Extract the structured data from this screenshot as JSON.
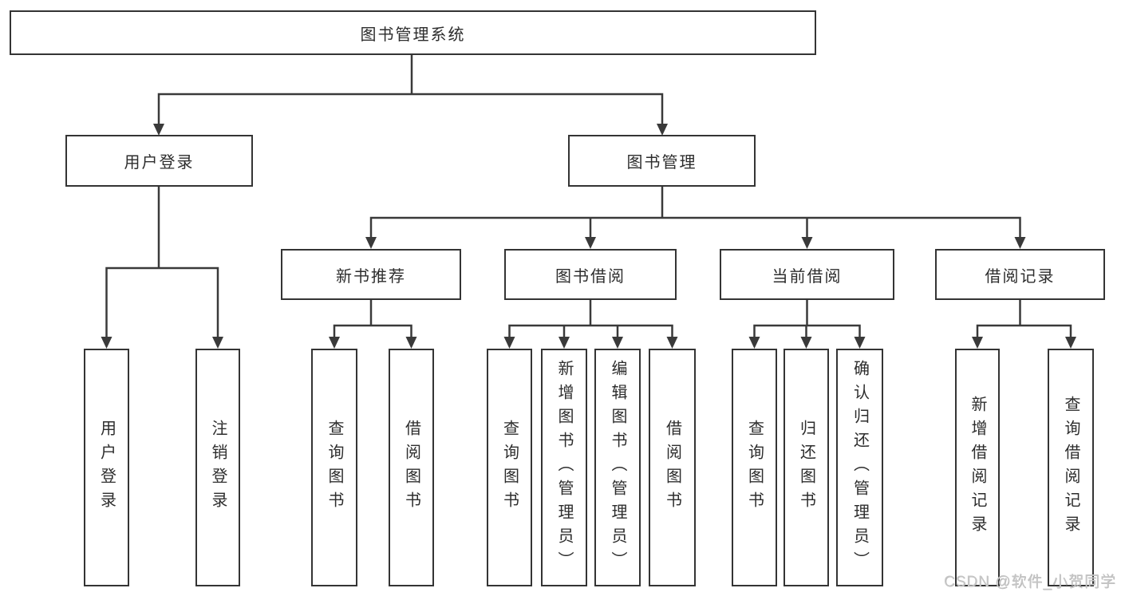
{
  "diagram_title": "图书管理系统",
  "nodes": {
    "root": "图书管理系统",
    "user_login": "用户登录",
    "book_manage": "图书管理",
    "new_book": "新书推荐",
    "book_borrow": "图书借阅",
    "current_borrow": "当前借阅",
    "borrow_record": "借阅记录"
  },
  "leaves": {
    "user_login": [
      "用户登录",
      "注销登录"
    ],
    "new_book": [
      "查询图书",
      "借阅图书"
    ],
    "book_borrow": [
      "查询图书",
      "新增图书（管理员）",
      "编辑图书（管理员）",
      "借阅图书"
    ],
    "current_borrow": [
      "查询图书",
      "归还图书",
      "确认归还（管理员）"
    ],
    "borrow_record": [
      "新增借阅记录",
      "查询借阅记录"
    ]
  },
  "watermark": "CSDN @软件_小贺同学",
  "colors": {
    "line": "#3a3a3a",
    "box_border": "#343434",
    "text": "#2d2d2d",
    "background": "#ffffff",
    "watermark": "#c6c6c6"
  }
}
